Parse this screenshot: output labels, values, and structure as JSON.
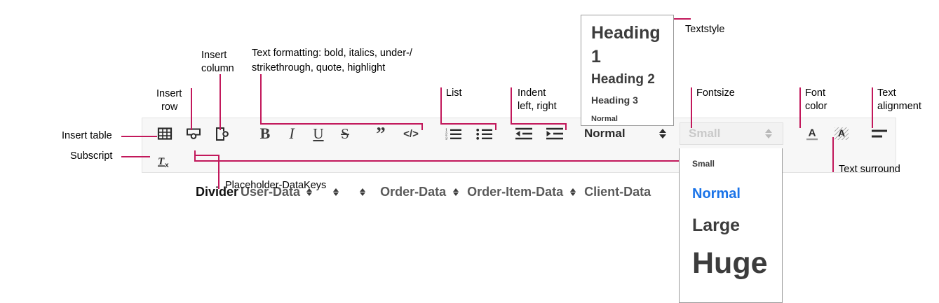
{
  "toolbar": {
    "row1": {
      "table_icons": [
        {
          "name": "insert-table-icon",
          "label": "Insert table"
        },
        {
          "name": "insert-row-icon",
          "label": "Insert row"
        },
        {
          "name": "insert-column-icon",
          "label": "Insert column"
        }
      ],
      "format_buttons": [
        {
          "name": "bold-button",
          "label": "B"
        },
        {
          "name": "italic-button",
          "label": "I"
        },
        {
          "name": "underline-button",
          "label": "U"
        },
        {
          "name": "strikethrough-button",
          "label": "S"
        },
        {
          "name": "quote-button",
          "label": "”"
        },
        {
          "name": "code-button",
          "label": "</>"
        }
      ],
      "textstyle_select": {
        "value": "Normal"
      },
      "fontsize_select": {
        "value": "Small"
      }
    },
    "row2": {
      "subscript_label": "Tx",
      "keys": [
        "Divider",
        "User-Data",
        "",
        "",
        "Order-Data",
        "Order-Item-Data",
        "Client-Data"
      ]
    }
  },
  "textstyle_popup": {
    "options": [
      "Heading 1",
      "Heading 2",
      "Heading 3",
      "Normal"
    ]
  },
  "fontsize_popup": {
    "options": [
      "Small",
      "Normal",
      "Large",
      "Huge"
    ],
    "selected": "Normal"
  },
  "annotations": {
    "insert_table": "Insert table",
    "subscript": "Subscript",
    "insert_row_l1": "Insert",
    "insert_row_l2": "row",
    "insert_column_l1": "Insert",
    "insert_column_l2": "column",
    "text_formatting_l1": "Text formatting: bold, italics, under-/",
    "text_formatting_l2": "strikethrough, quote, highlight",
    "list": "List",
    "indent_l1": "Indent",
    "indent_l2": "left, right",
    "textstyle": "Textstyle",
    "fontsize": "Fontsize",
    "font_color_l1": "Font",
    "font_color_l2": "color",
    "text_alignment_l1": "Text",
    "text_alignment_l2": "alignment",
    "text_surround": "Text surround",
    "placeholder_datakeys": "Placeholder-DataKeys"
  },
  "colors": {
    "accent": "#c2185b",
    "toolbar_bg": "#f7f7f7",
    "selected_option": "#1a73e8"
  }
}
